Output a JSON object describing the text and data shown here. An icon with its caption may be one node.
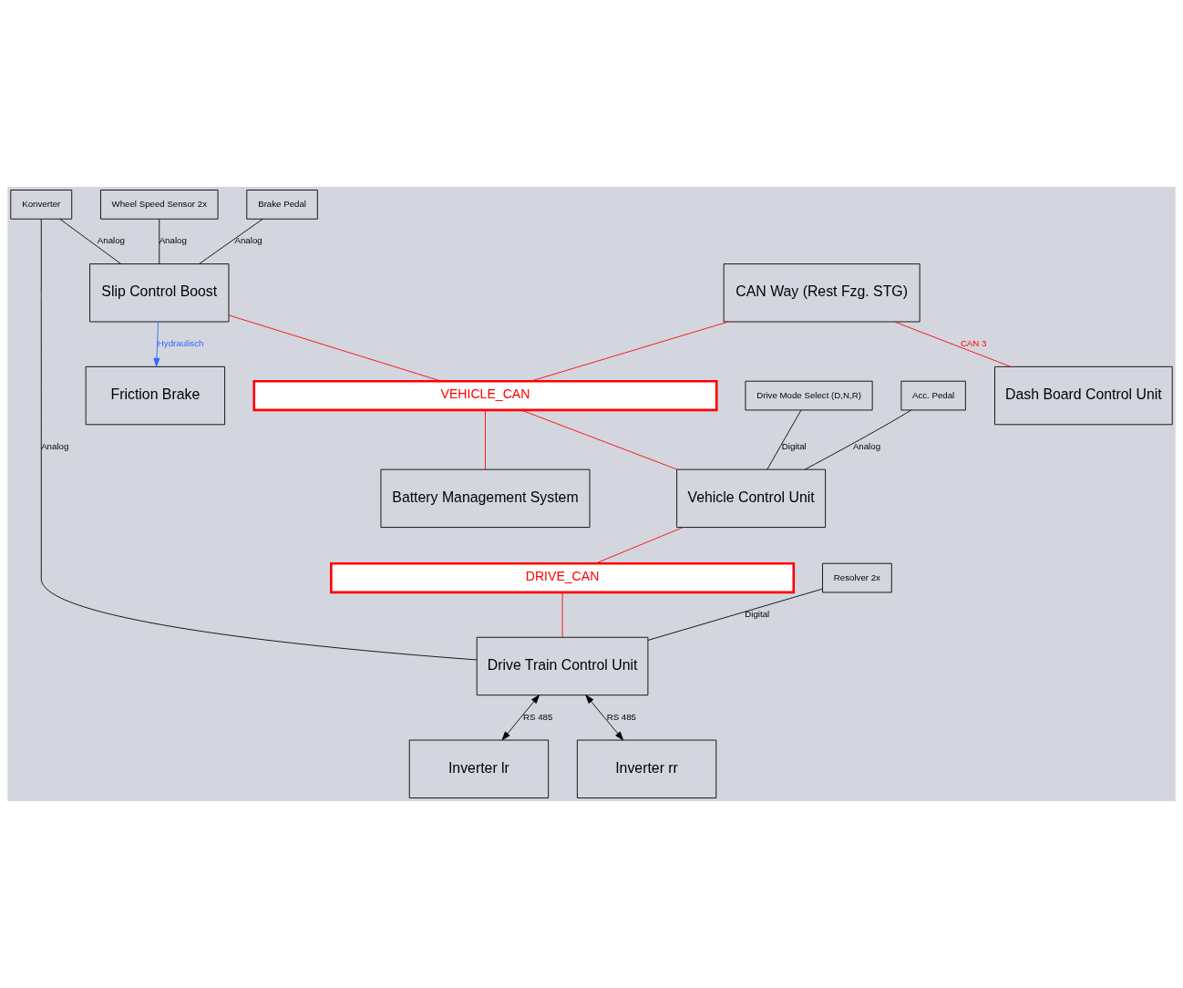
{
  "diagram": {
    "nodes": [
      {
        "text": [
          "Brake Pedal"
        ]
      },
      {
        "text": [
          "Wheel Speed Sensor 2x"
        ]
      },
      {
        "text": [
          "Slip Control Boost"
        ]
      },
      {
        "text": [
          "Friction Brake"
        ]
      },
      {
        "text": [
          "Konverter"
        ]
      },
      {
        "text": [
          "CAN Way (Rest Fzg. STG)"
        ]
      },
      {
        "text": [
          "Dash Board Control Unit"
        ]
      },
      {
        "text": [
          "VEHICLE_CAN"
        ]
      },
      {
        "text": [
          "Battery Management System"
        ]
      },
      {
        "text": [
          "Acc. Pedal"
        ]
      },
      {
        "text": [
          "Drive Mode Select (D,N,R)"
        ]
      },
      {
        "text": [
          "Vehicle Control Unit"
        ]
      },
      {
        "text": [
          "DRIVE_CAN"
        ]
      },
      {
        "text": [
          "Drive Train Control Unit"
        ]
      },
      {
        "text": [
          "Resolver 2x"
        ]
      },
      {
        "text": [
          "Inverter lr"
        ]
      },
      {
        "text": [
          "Inverter rr"
        ]
      }
    ],
    "edges": [
      {
        "from": 0,
        "to": 2,
        "arrow": "none",
        "label": "Analog"
      },
      {
        "from": 1,
        "to": 2,
        "arrow": "none",
        "label": "Analog"
      },
      {
        "from": 4,
        "to": 2,
        "arrow": "none",
        "label": "Analog"
      },
      {
        "from": 2,
        "to": 3,
        "arrow": "to",
        "label": "Hydraulisch",
        "color": "#3366ff"
      },
      {
        "from": 2,
        "to": 7,
        "arrow": "none",
        "color": "#ff0000"
      },
      {
        "from": 5,
        "to": 7,
        "arrow": "none",
        "color": "#ff0000"
      },
      {
        "from": 5,
        "to": 6,
        "arrow": "none",
        "label": "CAN 3",
        "color": "#ff0000"
      },
      {
        "from": 7,
        "to": 8,
        "arrow": "none",
        "color": "#ff0000"
      },
      {
        "from": 7,
        "to": 11,
        "arrow": "none",
        "color": "#ff0000"
      },
      {
        "from": 9,
        "to": 11,
        "arrow": "none",
        "label": "Analog"
      },
      {
        "from": 10,
        "to": 11,
        "arrow": "none",
        "label": "Digital"
      },
      {
        "from": 11,
        "to": 12,
        "arrow": "none",
        "color": "#ff0000"
      },
      {
        "from": 12,
        "to": 13,
        "arrow": "none",
        "color": "#ff0000"
      },
      {
        "from": 4,
        "to": 13,
        "arrow": "none",
        "label": "Analog"
      },
      {
        "from": 14,
        "to": 13,
        "arrow": "none",
        "label": "Digital"
      },
      {
        "from": 13,
        "to": 15,
        "arrow": "both",
        "label": "RS 485"
      },
      {
        "from": 13,
        "to": 16,
        "arrow": "both",
        "label": "RS 485"
      }
    ]
  }
}
